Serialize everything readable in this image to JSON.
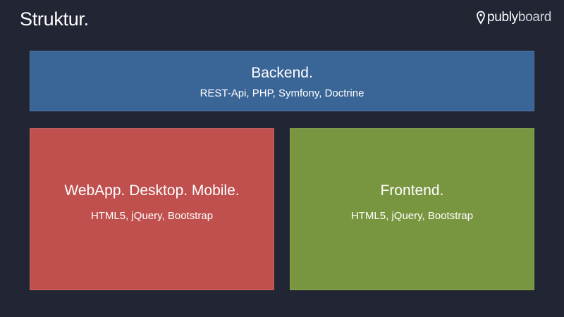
{
  "slide": {
    "title": "Struktur."
  },
  "logo": {
    "brand_strong": "publy",
    "brand_light": "board"
  },
  "colors": {
    "background": "#222634",
    "backend": "#3a6597",
    "webapp": "#bf504e",
    "frontend": "#789640"
  },
  "boxes": {
    "backend": {
      "title": "Backend.",
      "tech": "REST-Api, PHP, Symfony, Doctrine"
    },
    "webapp": {
      "title": "WebApp. Desktop. Mobile.",
      "tech": "HTML5, jQuery, Bootstrap"
    },
    "frontend": {
      "title": "Frontend.",
      "tech": "HTML5, jQuery, Bootstrap"
    }
  }
}
